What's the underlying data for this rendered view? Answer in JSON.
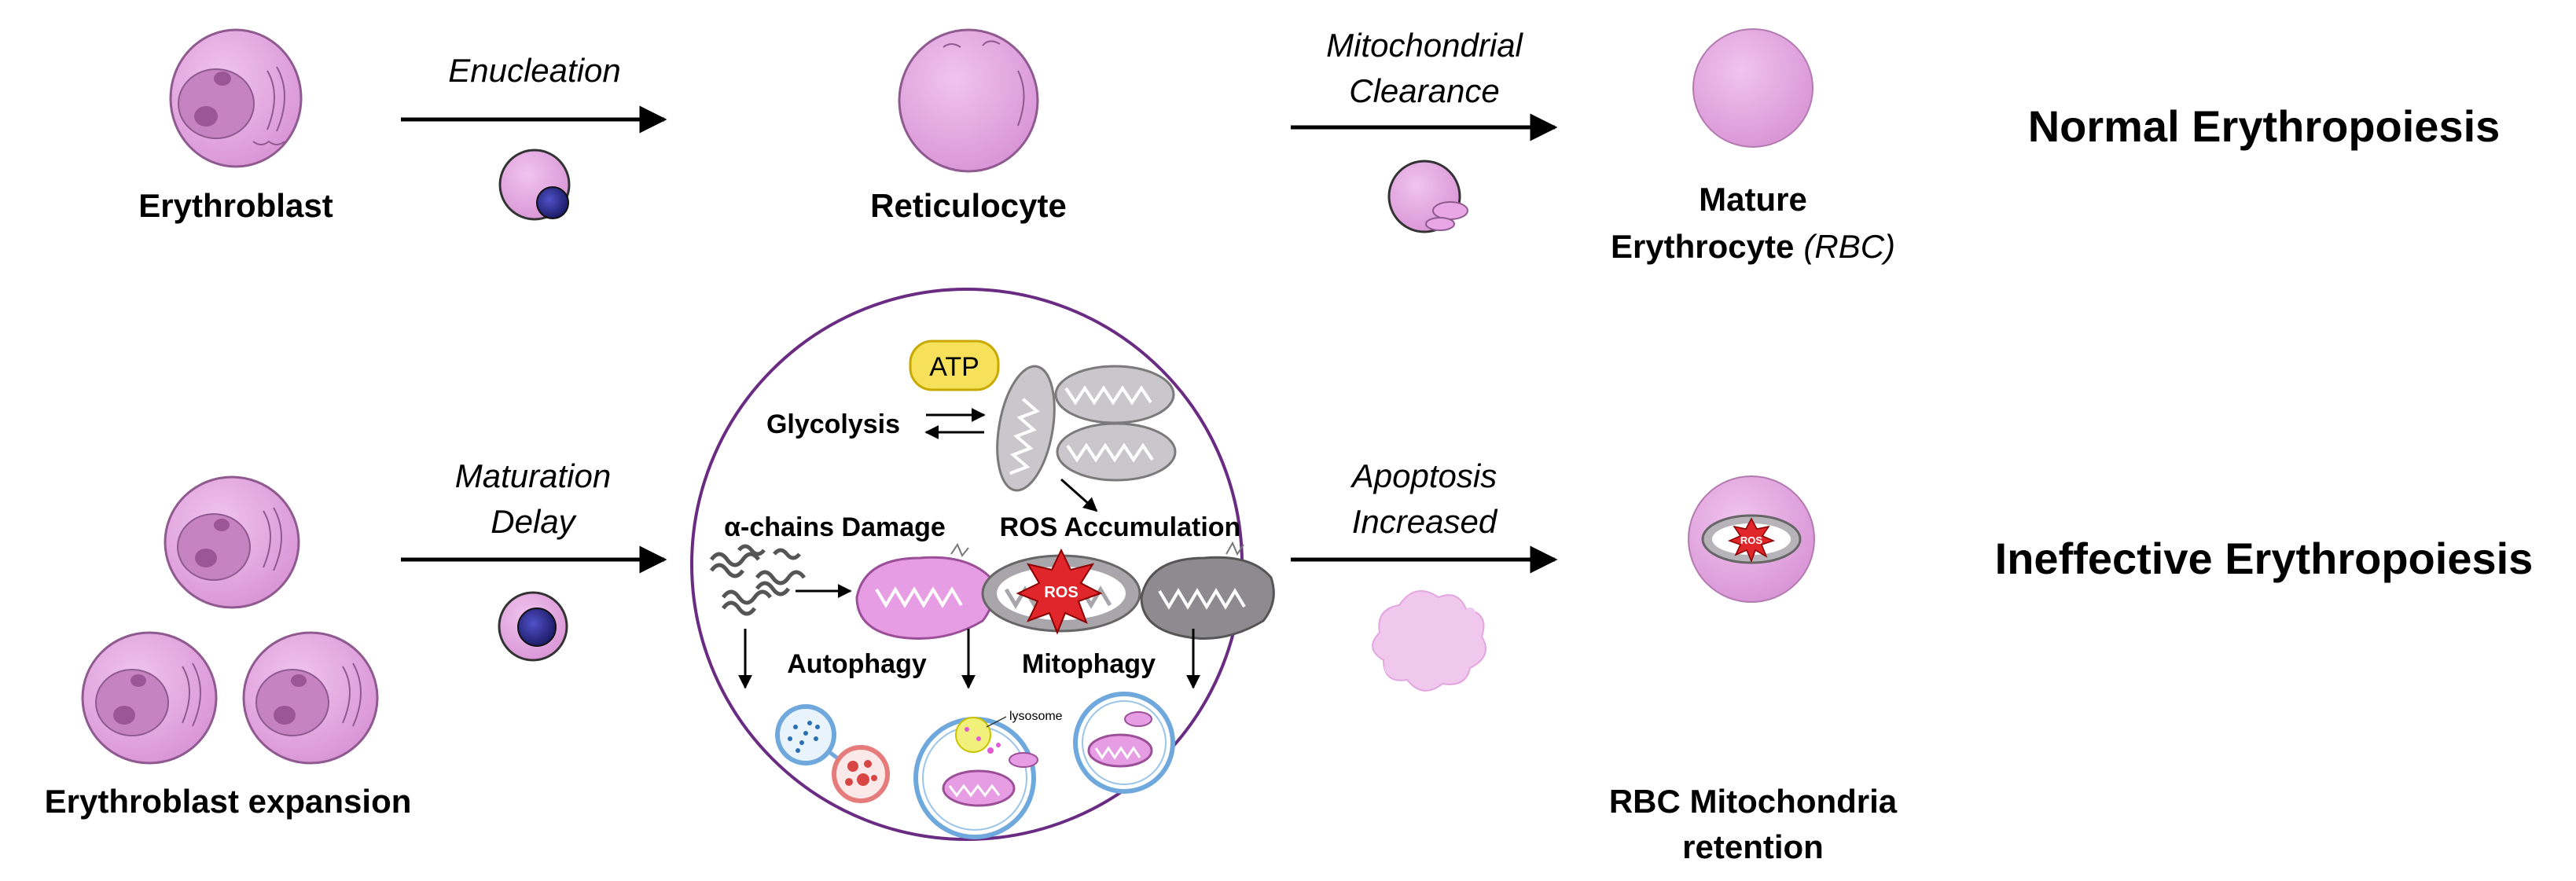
{
  "normal_row": {
    "erythroblast": "Erythroblast",
    "step1": "Enucleation",
    "reticulocyte": "Reticulocyte",
    "step2_line1": "Mitochondrial",
    "step2_line2": "Clearance",
    "mature_line1": "Mature",
    "mature_line2": "Erythrocyte",
    "mature_suffix": "(RBC)",
    "row_title": "Normal Erythropoiesis"
  },
  "ineffective_row": {
    "expansion": "Erythroblast expansion",
    "step1_line1": "Maturation",
    "step1_line2": "Delay",
    "step2_line1": "Apoptosis",
    "step2_line2": "Increased",
    "retention_line1": "RBC Mitochondria",
    "retention_line2": "retention",
    "row_title": "Ineffective Erythropoiesis",
    "ros_badge": "ROS"
  },
  "inset": {
    "atp": "ATP",
    "glycolysis": "Glycolysis",
    "alpha_damage": "α-chains Damage",
    "ros_accumulation": "ROS Accumulation",
    "ros_badge": "ROS",
    "autophagy": "Autophagy",
    "mitophagy": "Mitophagy",
    "lysosome": "lysosome"
  },
  "colors": {
    "cell_fill": "#e3a6e0",
    "cell_stroke": "#8f5a8f",
    "nucleus": "#b772b4",
    "dark_nucleus": "#2a2a8c",
    "mito_grey": "#9a9a9a",
    "mito_light": "#c9c6cc",
    "ros_red": "#e0262b",
    "atp_yellow": "#f7e15a",
    "vesicle_blue": "#6fa8dc",
    "circle_border": "#6a2c82"
  }
}
